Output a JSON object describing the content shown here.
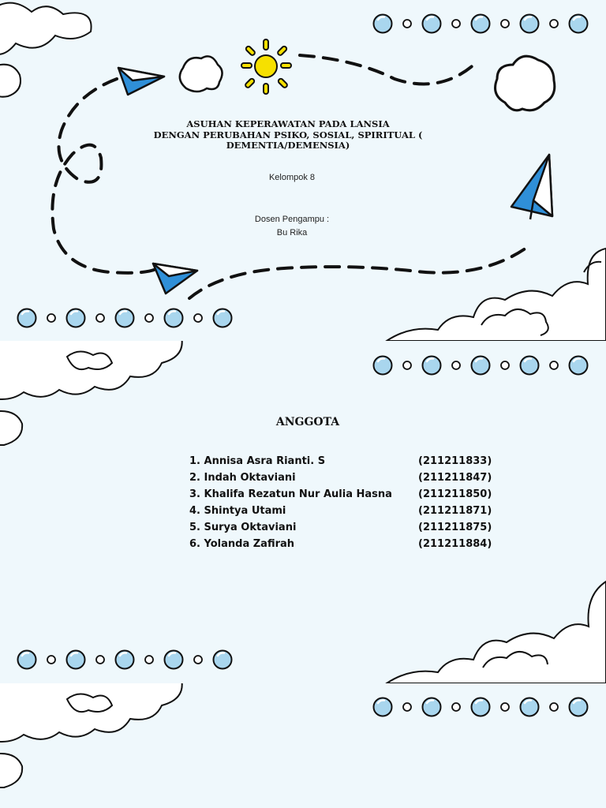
{
  "cover": {
    "title_lines": [
      "ASUHAN KEPERAWATAN PADA LANSIA",
      "DENGAN PERUBAHAN PSIKO, SOSIAL, SPIRITUAL (",
      "DEMENTIA/DEMENSIA)"
    ],
    "group": "Kelompok 8",
    "lecturer_label": "Dosen Pengampu :",
    "lecturer_name": "Bu Rika"
  },
  "members": {
    "heading": "ANGGOTA",
    "items": [
      {
        "name": "1. Annisa Asra Rianti. S",
        "id": "(211211833)"
      },
      {
        "name": "2. Indah Oktaviani",
        "id": "(211211847)"
      },
      {
        "name": "3. Khalifa Rezatun Nur Aulia Hasna",
        "id": "(211211850)"
      },
      {
        "name": "4. Shintya Utami",
        "id": "(211211871)"
      },
      {
        "name": "5. Surya Oktaviani",
        "id": "(211211875)"
      },
      {
        "name": "6. Yolanda Zafirah",
        "id": "(211211884)"
      }
    ]
  },
  "colors": {
    "background": "#eff8fc",
    "bubble_fill": "#a9d6ee",
    "plane_blue": "#2f8fd8",
    "sun_yellow": "#f6e000",
    "outline": "#111111"
  },
  "decor": {
    "icons": [
      "cloud-icon",
      "sun-icon",
      "paper-plane-icon",
      "bubble-icon",
      "dashed-path"
    ]
  }
}
